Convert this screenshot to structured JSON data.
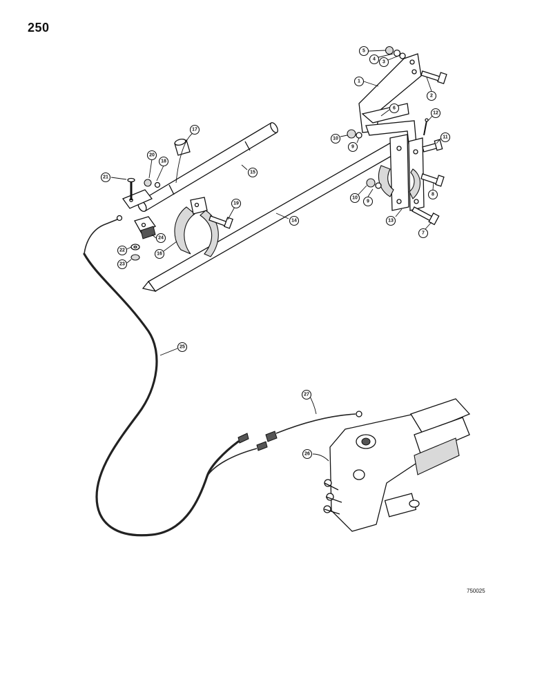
{
  "page": {
    "number": "250",
    "figure_code": "750025"
  },
  "callouts": [
    {
      "id": "c1",
      "label": "1"
    },
    {
      "id": "c2",
      "label": "2"
    },
    {
      "id": "c3",
      "label": "3"
    },
    {
      "id": "c4",
      "label": "4"
    },
    {
      "id": "c5",
      "label": "5"
    },
    {
      "id": "c6",
      "label": "6"
    },
    {
      "id": "c7",
      "label": "7"
    },
    {
      "id": "c8",
      "label": "8"
    },
    {
      "id": "c9a",
      "label": "9"
    },
    {
      "id": "c9b",
      "label": "9"
    },
    {
      "id": "c10a",
      "label": "10"
    },
    {
      "id": "c10b",
      "label": "10"
    },
    {
      "id": "c11",
      "label": "11"
    },
    {
      "id": "c12",
      "label": "12"
    },
    {
      "id": "c13",
      "label": "13"
    },
    {
      "id": "c14",
      "label": "14"
    },
    {
      "id": "c15",
      "label": "15"
    },
    {
      "id": "c16",
      "label": "16"
    },
    {
      "id": "c17",
      "label": "17"
    },
    {
      "id": "c18",
      "label": "18"
    },
    {
      "id": "c19",
      "label": "19"
    },
    {
      "id": "c20",
      "label": "20"
    },
    {
      "id": "c21",
      "label": "21"
    },
    {
      "id": "c22",
      "label": "22"
    },
    {
      "id": "c23",
      "label": "23"
    },
    {
      "id": "c24",
      "label": "24"
    },
    {
      "id": "c25",
      "label": "25"
    },
    {
      "id": "c26",
      "label": "26"
    },
    {
      "id": "c27",
      "label": "27"
    }
  ]
}
